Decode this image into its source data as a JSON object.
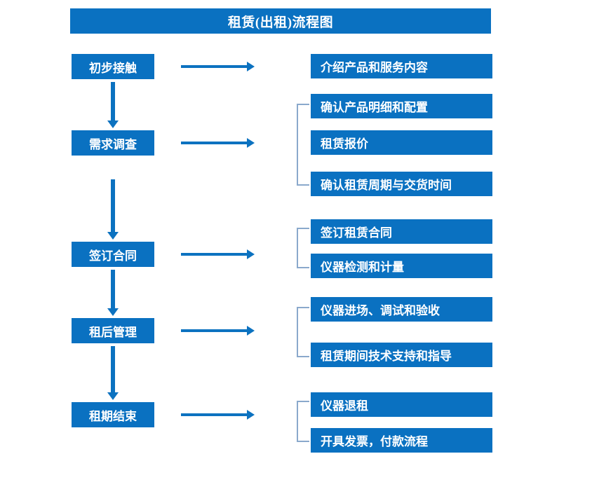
{
  "diagram": {
    "title": "租赁(出租)流程图",
    "accent_color": "#0a71c1",
    "arrow_color": "#0c72c0",
    "bracket_color": "#8aa9cc",
    "text_color": "#ffffff",
    "background_color": "#ffffff"
  },
  "stages": [
    {
      "id": "stage-1",
      "label": "初步接触"
    },
    {
      "id": "stage-2",
      "label": "需求调查"
    },
    {
      "id": "stage-3",
      "label": "签订合同"
    },
    {
      "id": "stage-4",
      "label": "租后管理"
    },
    {
      "id": "stage-5",
      "label": "租期结束"
    }
  ],
  "details": [
    {
      "id": "detail-1",
      "label": "介绍产品和服务内容"
    },
    {
      "id": "detail-2",
      "label": "确认产品明细和配置"
    },
    {
      "id": "detail-3",
      "label": "租赁报价"
    },
    {
      "id": "detail-4",
      "label": "确认租赁周期与交货时间"
    },
    {
      "id": "detail-5",
      "label": "签订租赁合同"
    },
    {
      "id": "detail-6",
      "label": "仪器检测和计量"
    },
    {
      "id": "detail-7",
      "label": "仪器进场、调试和验收"
    },
    {
      "id": "detail-8",
      "label": "租赁期间技术支持和指导"
    },
    {
      "id": "detail-9",
      "label": "仪器退租"
    },
    {
      "id": "detail-10",
      "label": "开具发票，付款流程"
    }
  ],
  "chart_data": {
    "type": "diagram",
    "title": "租赁(出租)流程图",
    "flow": [
      {
        "stage": "初步接触",
        "outputs": [
          "介绍产品和服务内容"
        ]
      },
      {
        "stage": "需求调查",
        "outputs": [
          "确认产品明细和配置",
          "租赁报价",
          "确认租赁周期与交货时间"
        ]
      },
      {
        "stage": "签订合同",
        "outputs": [
          "签订租赁合同",
          "仪器检测和计量"
        ]
      },
      {
        "stage": "租后管理",
        "outputs": [
          "仪器进场、调试和验收",
          "租赁期间技术支持和指导"
        ]
      },
      {
        "stage": "租期结束",
        "outputs": [
          "仪器退租",
          "开具发票，付款流程"
        ]
      }
    ]
  }
}
